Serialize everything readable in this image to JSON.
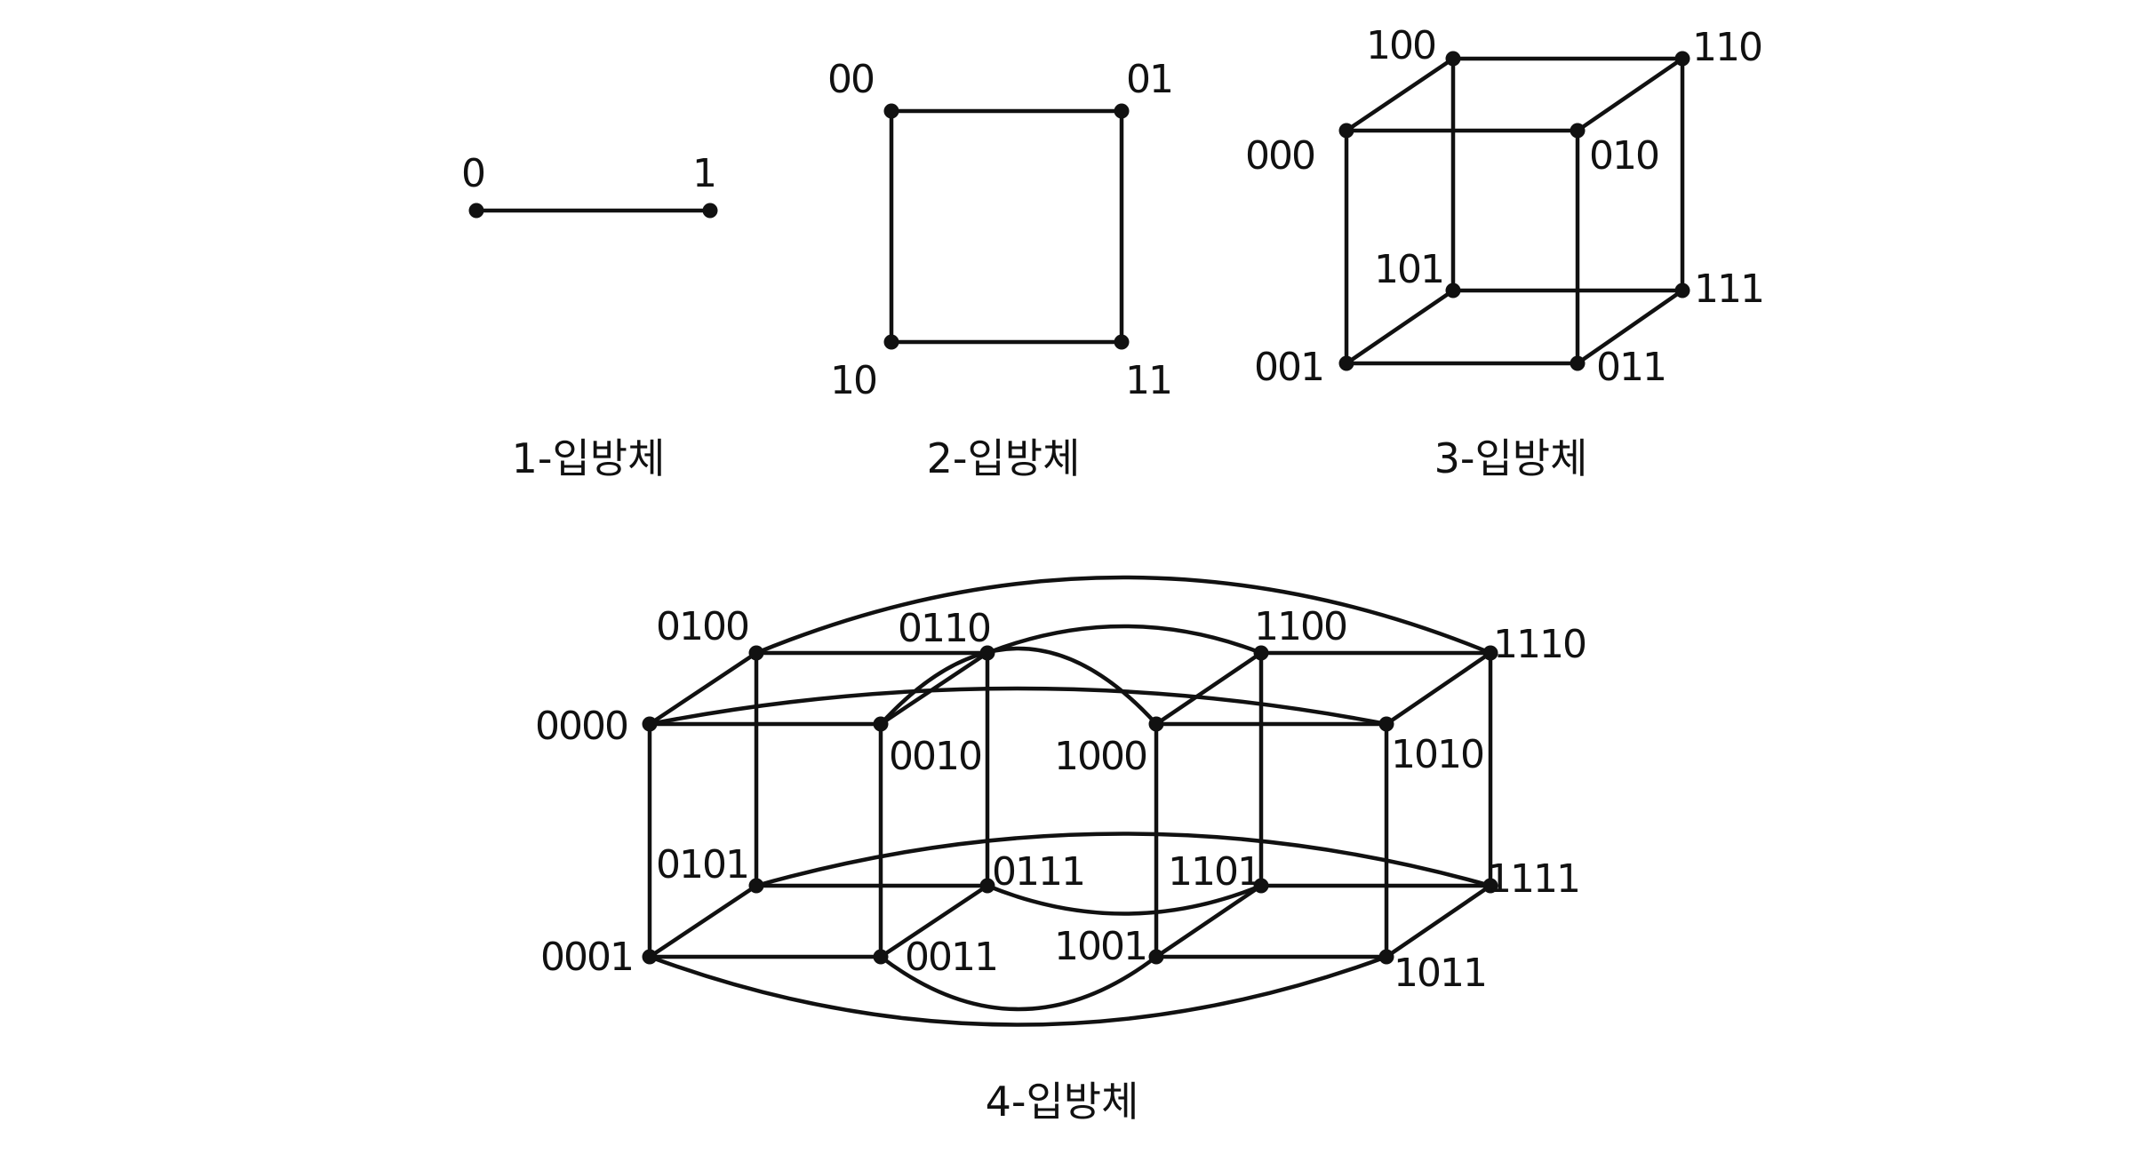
{
  "colors": {
    "ink": "#111111",
    "background": "#ffffff"
  },
  "cubes": [
    {
      "id": "q1",
      "caption": "1-입방체",
      "vertices": [
        "0",
        "1"
      ],
      "edges": [
        [
          "0",
          "1"
        ]
      ]
    },
    {
      "id": "q2",
      "caption": "2-입방체",
      "vertices": [
        "00",
        "01",
        "10",
        "11"
      ],
      "edges": [
        [
          "00",
          "01"
        ],
        [
          "00",
          "10"
        ],
        [
          "01",
          "11"
        ],
        [
          "10",
          "11"
        ]
      ]
    },
    {
      "id": "q3",
      "caption": "3-입방체",
      "vertices": [
        "000",
        "010",
        "100",
        "110",
        "001",
        "011",
        "101",
        "111"
      ],
      "edges": [
        [
          "000",
          "010"
        ],
        [
          "000",
          "001"
        ],
        [
          "010",
          "011"
        ],
        [
          "001",
          "011"
        ],
        [
          "100",
          "110"
        ],
        [
          "100",
          "101"
        ],
        [
          "110",
          "111"
        ],
        [
          "101",
          "111"
        ],
        [
          "000",
          "100"
        ],
        [
          "010",
          "110"
        ],
        [
          "001",
          "101"
        ],
        [
          "011",
          "111"
        ]
      ]
    },
    {
      "id": "q4",
      "caption": "4-입방체",
      "vertices": [
        "0000",
        "0010",
        "0100",
        "0110",
        "0001",
        "0011",
        "0101",
        "0111",
        "1000",
        "1010",
        "1100",
        "1110",
        "1001",
        "1011",
        "1101",
        "1111"
      ],
      "edges": [
        [
          "0000",
          "0010"
        ],
        [
          "0000",
          "0001"
        ],
        [
          "0010",
          "0011"
        ],
        [
          "0001",
          "0011"
        ],
        [
          "0100",
          "0110"
        ],
        [
          "0100",
          "0101"
        ],
        [
          "0110",
          "0111"
        ],
        [
          "0101",
          "0111"
        ],
        [
          "0000",
          "0100"
        ],
        [
          "0010",
          "0110"
        ],
        [
          "0001",
          "0101"
        ],
        [
          "0011",
          "0111"
        ],
        [
          "1000",
          "1010"
        ],
        [
          "1000",
          "1001"
        ],
        [
          "1010",
          "1011"
        ],
        [
          "1001",
          "1011"
        ],
        [
          "1100",
          "1110"
        ],
        [
          "1100",
          "1101"
        ],
        [
          "1110",
          "1111"
        ],
        [
          "1101",
          "1111"
        ],
        [
          "1000",
          "1100"
        ],
        [
          "1010",
          "1110"
        ],
        [
          "1001",
          "1101"
        ],
        [
          "1011",
          "1111"
        ],
        [
          "0000",
          "1010"
        ],
        [
          "0001",
          "1011"
        ],
        [
          "0100",
          "1110"
        ],
        [
          "0101",
          "1111"
        ],
        [
          "0010",
          "1000"
        ],
        [
          "0011",
          "1001"
        ],
        [
          "0110",
          "1100"
        ],
        [
          "0111",
          "1101"
        ]
      ]
    }
  ]
}
